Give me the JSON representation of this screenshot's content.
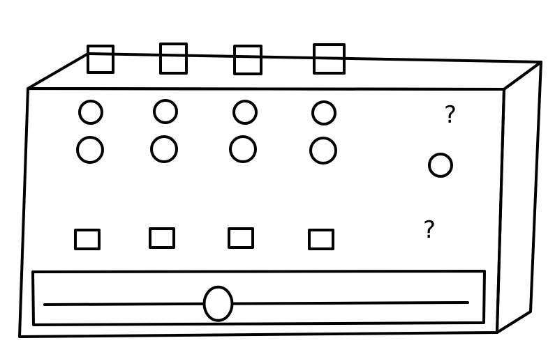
{
  "sketch": {
    "line_color": "#000000",
    "background_color": "#ffffff",
    "top_buttons_count": 4,
    "upper_knobs_count": 4,
    "lower_knobs_count": 4,
    "small_buttons_count": 4,
    "side_knob_count": 1,
    "question_mark_upper": "?",
    "question_mark_lower": "?",
    "slider": {
      "orientation": "horizontal",
      "handle_position": 0.41
    }
  }
}
